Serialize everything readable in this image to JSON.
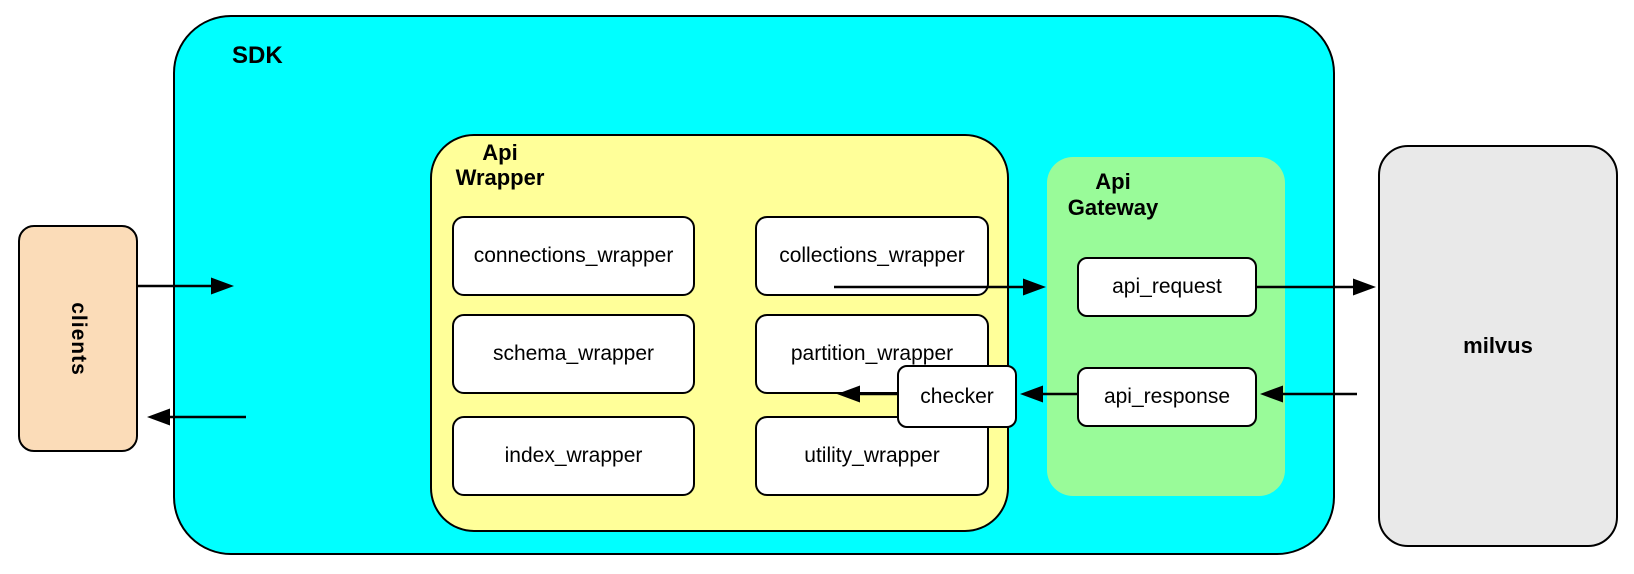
{
  "diagram": {
    "sdk": {
      "label": "SDK"
    },
    "clients": {
      "label": "clients"
    },
    "api_wrapper": {
      "label": "Api\nWrapper",
      "boxes": [
        "connections_wrapper",
        "collections_wrapper",
        "schema_wrapper",
        "partition_wrapper",
        "index_wrapper",
        "utility_wrapper"
      ]
    },
    "checker": {
      "label": "checker"
    },
    "api_gateway": {
      "label": "Api\nGateway",
      "request_label": "api_request",
      "response_label": "api_response"
    },
    "milvus": {
      "label": "milvus"
    }
  },
  "colors": {
    "sdk_fill": "#00ffff",
    "wrapper_fill": "#ffff99",
    "gateway_fill": "#99fb99",
    "clients_fill": "#fbdcb8",
    "milvus_fill": "#e9e9e9",
    "node_fill": "#ffffff",
    "line_color": "#000000"
  }
}
